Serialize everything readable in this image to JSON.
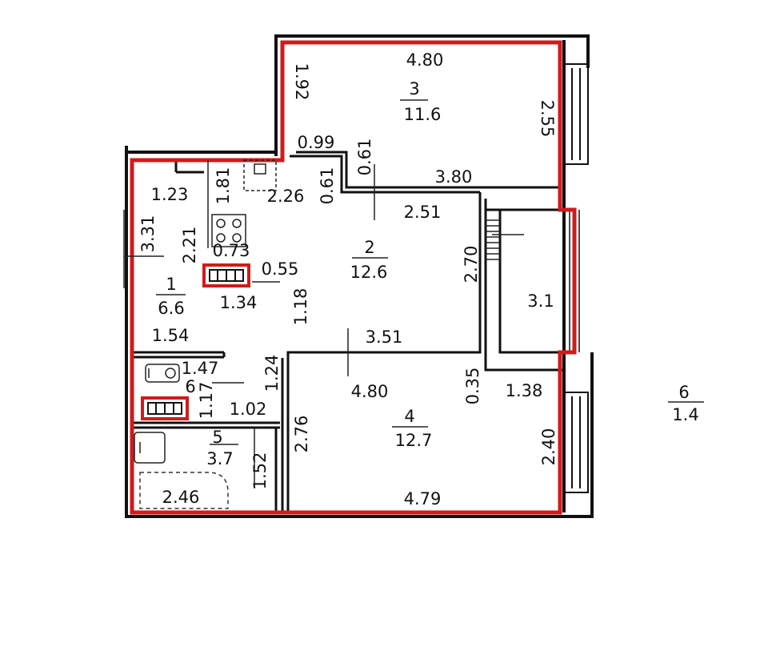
{
  "colors": {
    "outline": "#d21a1a",
    "wall": "#111111",
    "line": "#222222",
    "dash": "#333333",
    "background": "#ffffff"
  },
  "rooms": [
    {
      "id": "room-1",
      "number": "1",
      "area": "6.6"
    },
    {
      "id": "room-2",
      "number": "2",
      "area": "12.6"
    },
    {
      "id": "room-3",
      "number": "3",
      "area": "11.6"
    },
    {
      "id": "room-4",
      "number": "4",
      "area": "12.7"
    },
    {
      "id": "room-5",
      "number": "5",
      "area": "3.7"
    },
    {
      "id": "room-6",
      "number": "6",
      "area": ""
    },
    {
      "id": "balcony",
      "number": "",
      "area": "3.1"
    },
    {
      "id": "room-6-outside",
      "number": "6",
      "area": "1.4"
    }
  ],
  "dimensions": {
    "d_480_top": "4.80",
    "d_192": "1.92",
    "d_255": "2.55",
    "d_099": "0.99",
    "d_061a": "0.61",
    "d_061b": "0.61",
    "d_380": "3.80",
    "d_251": "2.51",
    "d_226": "2.26",
    "d_181": "1.81",
    "d_123": "1.23",
    "d_331": "3.31",
    "d_221": "2.21",
    "d_073": "0.73",
    "d_055": "0.55",
    "d_134": "1.34",
    "d_118": "1.18",
    "d_270": "2.70",
    "d_154": "1.54",
    "d_351": "3.51",
    "d_147": "1.47",
    "d_124": "1.24",
    "d_117": "1.17",
    "d_102": "1.02",
    "d_480_mid": "4.80",
    "d_035": "0.35",
    "d_138": "1.38",
    "d_276": "2.76",
    "d_240": "2.40",
    "d_152": "1.52",
    "d_246": "2.46",
    "d_479": "4.79"
  }
}
